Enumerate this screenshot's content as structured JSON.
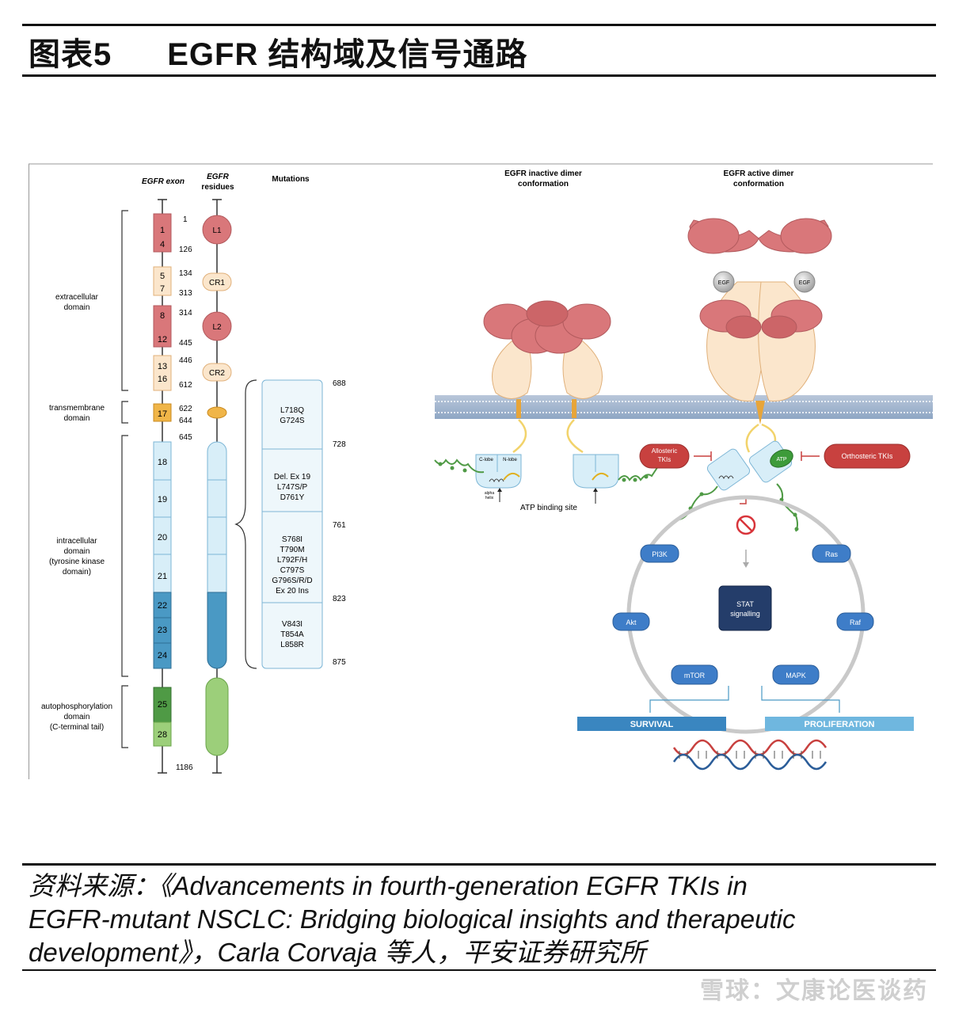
{
  "header": {
    "figure_number": "图表5",
    "title": "EGFR 结构域及信号通路"
  },
  "columns": {
    "exon": "EGFR exon",
    "residues_line1": "EGFR",
    "residues_line2": "residues",
    "mutations": "Mutations"
  },
  "domains": {
    "extracellular": [
      "extracellular",
      "domain"
    ],
    "transmembrane": [
      "transmembrane",
      "domain"
    ],
    "intracellular": [
      "intracellular",
      "domain",
      "(tyrosine kinase",
      "domain)"
    ],
    "autophos": [
      "autophosphorylation",
      "domain",
      "(C-terminal tail)"
    ]
  },
  "exons": [
    "1",
    "4",
    "5",
    "7",
    "8",
    "12",
    "13",
    "16",
    "17",
    "18",
    "19",
    "20",
    "21",
    "22",
    "23",
    "24",
    "25",
    "28"
  ],
  "exon_residue_numbers": [
    "1",
    "126",
    "134",
    "313",
    "314",
    "445",
    "446",
    "612",
    "622",
    "644",
    "645",
    "1186"
  ],
  "residue_domains": [
    "L1",
    "CR1",
    "L2",
    "CR2"
  ],
  "mutation_positions": [
    "688",
    "728",
    "761",
    "823",
    "875"
  ],
  "mutation_groups": [
    [
      "L718Q",
      "G724S"
    ],
    [
      "Del. Ex 19",
      "L747S/P",
      "D761Y"
    ],
    [
      "S768I",
      "T790M",
      "L792F/H",
      "C797S",
      "G796S/R/D",
      "Ex 20 Ins"
    ],
    [
      "V843I",
      "T854A",
      "L858R"
    ]
  ],
  "right_panel": {
    "inactive_title": [
      "EGFR inactive dimer",
      "conformation"
    ],
    "active_title": [
      "EGFR active dimer",
      "conformation"
    ],
    "egf": "EGF",
    "c_lobe": "C-lobe",
    "n_lobe": "N-lobe",
    "alpha_helix": [
      "alpha",
      "helix"
    ],
    "atp_binding_site": "ATP binding site",
    "allosteric": [
      "Allosteric",
      "TKIs"
    ],
    "orthosteric": "Orthosteric TKIs",
    "atp": "ATP",
    "pathway": {
      "pi3k": "PI3K",
      "akt": "Akt",
      "mtor": "mTOR",
      "ras": "Ras",
      "raf": "Raf",
      "mapk": "MAPK"
    },
    "stat": [
      "STAT",
      "signalling"
    ],
    "survival": "SURVIVAL",
    "proliferation": "PROLIFERATION"
  },
  "source": {
    "line1": "资料来源：《Advancements in fourth-generation EGFR TKIs in",
    "line2": "EGFR-mutant NSCLC: Bridging biological insights and therapeutic",
    "line3": "development》，Carla Corvaja 等人，平安证券研究所"
  },
  "watermark": "雪球：文康论医谈药",
  "colors": {
    "exon_red": "#d9777a",
    "exon_cream": "#fbe6cc",
    "tm_orange": "#f0b548",
    "tk_light": "#d8eef8",
    "tk_dark": "#4a99c4",
    "tail_green": "#4f9a45",
    "tail_light": "#9ccf7a",
    "pathway_blue": "#3e7dc8",
    "stat_navy": "#243d6a",
    "tki_red": "#c8413f"
  }
}
